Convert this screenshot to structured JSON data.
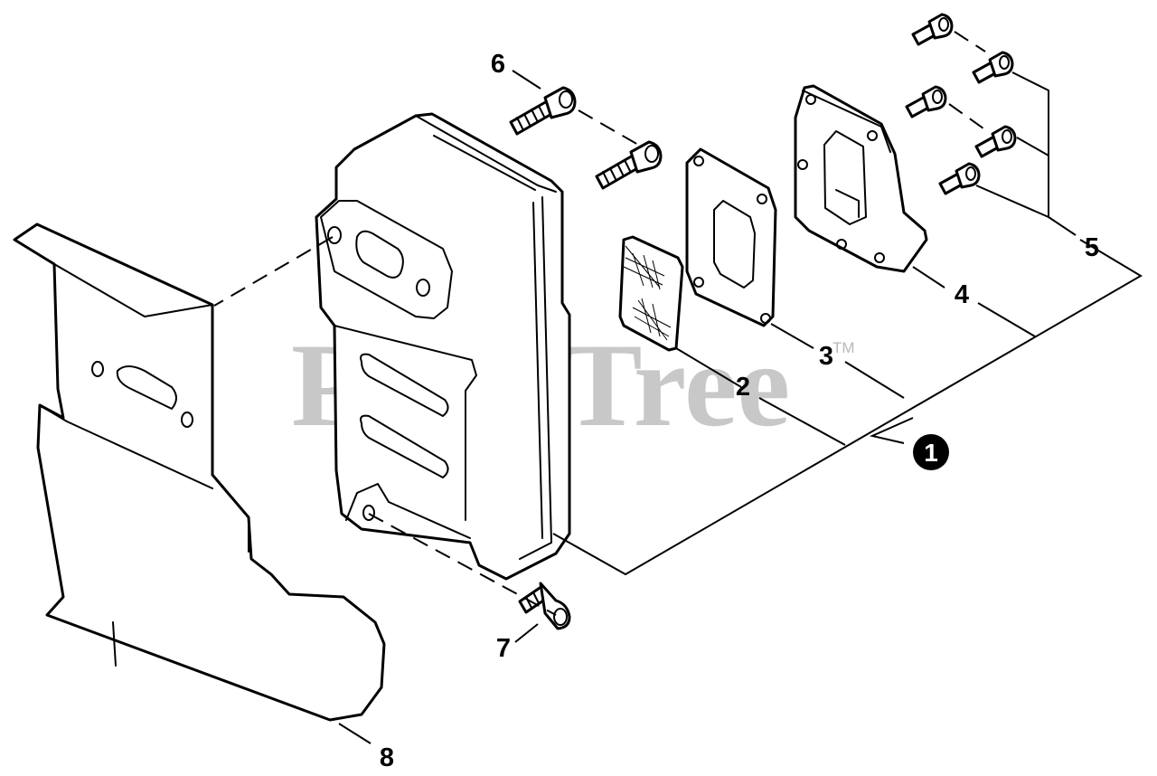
{
  "watermark": {
    "text": "PartsTree",
    "tm": "TM"
  },
  "callouts": {
    "c1": "1",
    "c2": "2",
    "c3": "3",
    "c4": "4",
    "c5": "5",
    "c6": "6",
    "c7": "7",
    "c8": "8"
  }
}
